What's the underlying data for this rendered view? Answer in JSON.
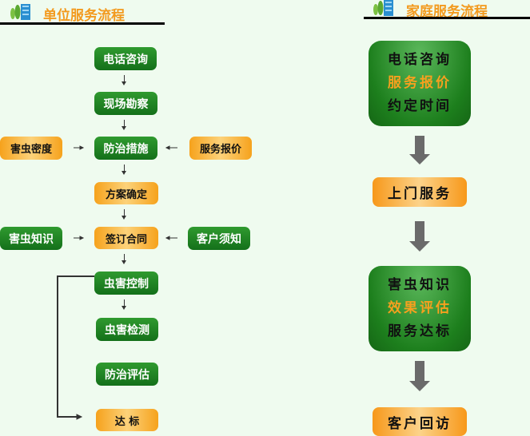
{
  "unit": {
    "title": "单位服务流程",
    "steps": [
      "电话咨询",
      "现场勘察",
      "防治措施",
      "方案确定",
      "签订合同",
      "虫害控制",
      "虫害检测",
      "防治评估",
      "达 标"
    ],
    "side_left": [
      "害虫密度",
      "害虫知识"
    ],
    "side_right": [
      "服务报价",
      "客户须知"
    ]
  },
  "home": {
    "title": "家庭服务流程",
    "block1": [
      "电话咨询",
      "服务报价",
      "约定时间"
    ],
    "step2": "上门服务",
    "block2": [
      "害虫知识",
      "效果评估",
      "服务达标"
    ],
    "step4": "客户回访"
  },
  "colors": {
    "green": "#1d7f1d",
    "orange": "#f39a1e",
    "background": "#effbef"
  }
}
